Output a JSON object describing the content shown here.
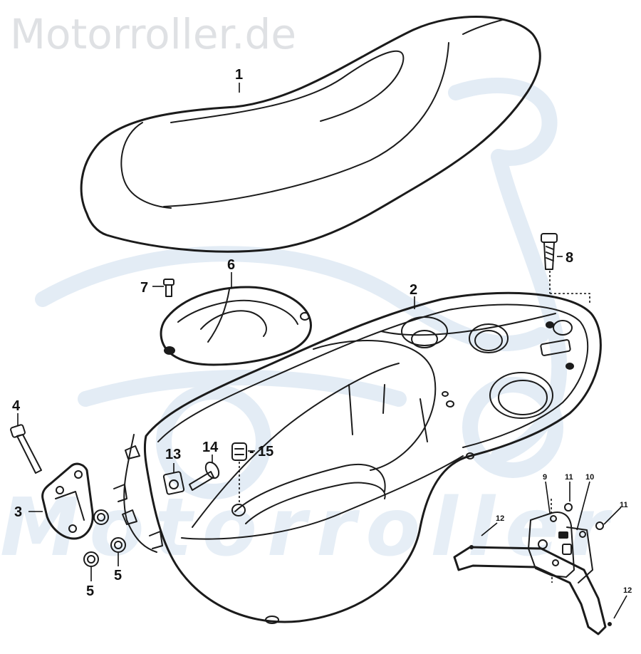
{
  "watermark": {
    "site": "Motorroller.de",
    "lower": "Motorroller"
  },
  "callouts": [
    {
      "id": "c1",
      "text": "1"
    },
    {
      "id": "c2",
      "text": "2"
    },
    {
      "id": "c3",
      "text": "3"
    },
    {
      "id": "c4",
      "text": "4"
    },
    {
      "id": "c5a",
      "text": "5"
    },
    {
      "id": "c5b",
      "text": "5"
    },
    {
      "id": "c6",
      "text": "6"
    },
    {
      "id": "c7",
      "text": "7"
    },
    {
      "id": "c8",
      "text": "8"
    },
    {
      "id": "c9",
      "text": "9"
    },
    {
      "id": "c10",
      "text": "10"
    },
    {
      "id": "c11a",
      "text": "11"
    },
    {
      "id": "c11b",
      "text": "11"
    },
    {
      "id": "c12a",
      "text": "12"
    },
    {
      "id": "c12b",
      "text": "12"
    },
    {
      "id": "c13",
      "text": "13"
    },
    {
      "id": "c14",
      "text": "14"
    },
    {
      "id": "c15",
      "text": "15"
    }
  ],
  "colors": {
    "line": "#1b1b1b",
    "watermark_gray": "#dfe1e4",
    "watermark_blue": "#e6eef6"
  }
}
